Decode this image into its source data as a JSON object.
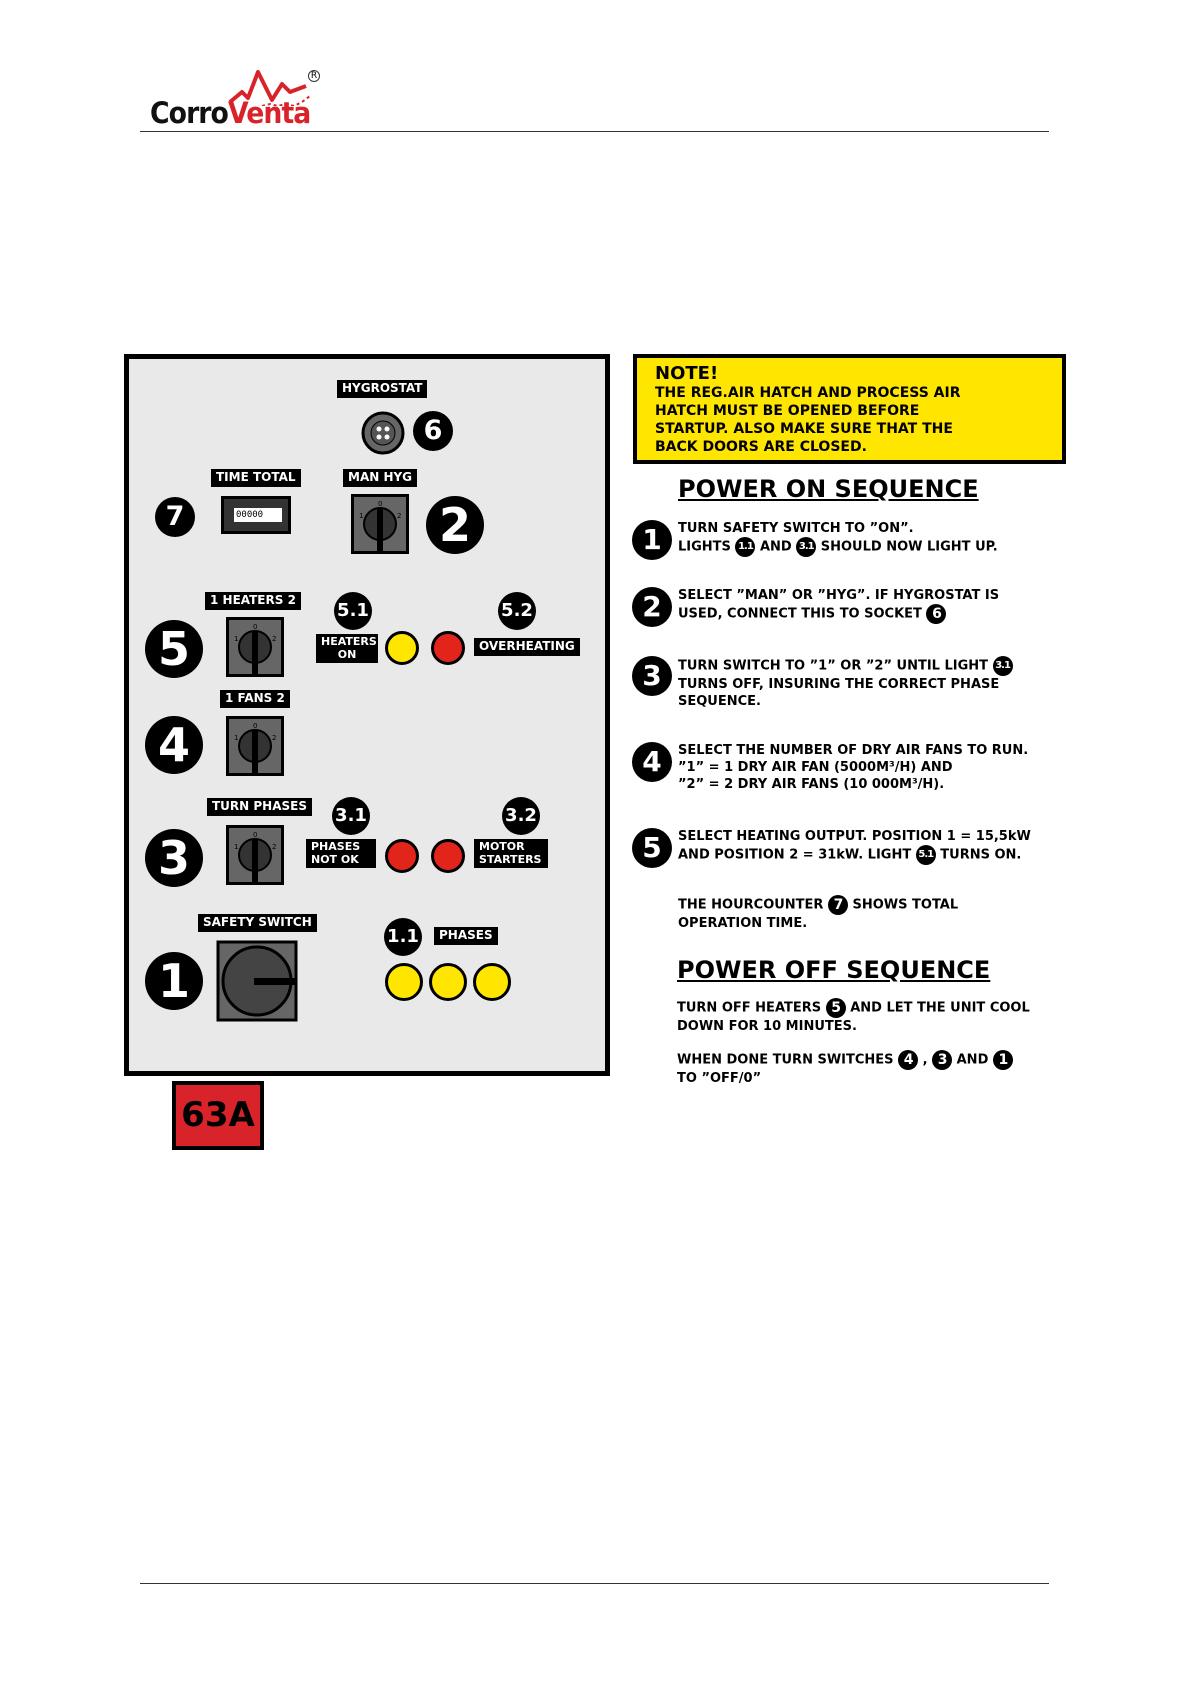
{
  "logo": {
    "text_a": "Corro",
    "text_b": "Venta",
    "reg": "R"
  },
  "fuse": "63A",
  "panel": {
    "hygrostat": {
      "label": "HYGROSTAT",
      "number": "6"
    },
    "time_total": {
      "label": "TIME  TOTAL",
      "counter": "00000",
      "number": "7"
    },
    "man_hyg": {
      "label": "MAN   HYG",
      "number": "2"
    },
    "heaters": {
      "label": "1  HEATERS  2",
      "number": "5"
    },
    "heaters_on": {
      "label": "HEATERS ON",
      "number": "5.1"
    },
    "overheating": {
      "label": "OVERHEATING",
      "number": "5.2"
    },
    "fans": {
      "label": "1   FANS   2",
      "number": "4"
    },
    "turn_phases": {
      "label": "TURN PHASES",
      "number": "3"
    },
    "phases_not_ok": {
      "label": "PHASES NOT OK",
      "number": "3.1"
    },
    "motor_starters": {
      "label": "MOTOR STARTERS",
      "number": "3.2"
    },
    "safety_switch": {
      "label": "SAFETY SWITCH",
      "number": "1"
    },
    "phases": {
      "label": "PHASES",
      "number": "1.1"
    },
    "colors": {
      "yellow": "#ffe600",
      "red": "#e1251b",
      "panel": "#e9e9e9"
    }
  },
  "note": {
    "title": "NOTE!",
    "body": "THE REG.AIR HATCH AND PROCESS AIR HATCH MUST BE OPENED BEFORE STARTUP. ALSO MAKE SURE THAT THE BACK DOORS ARE CLOSED."
  },
  "power_on": {
    "heading": "POWER ON SEQUENCE",
    "step1": {
      "n": "1",
      "a": "TURN SAFETY SWITCH TO ”ON”.",
      "b": "LIGHTS",
      "c": "AND",
      "d": "SHOULD NOW LIGHT UP.",
      "r1": "1.1",
      "r2": "3.1"
    },
    "step2": {
      "n": "2",
      "a": "SELECT ”MAN” OR ”HYG”. IF HYGROSTAT IS",
      "b": "USED, CONNECT THIS TO SOCKET",
      "r": "6"
    },
    "step3": {
      "n": "3",
      "a": "TURN SWITCH TO ”1” OR ”2” UNTIL LIGHT",
      "r": "3.1",
      "b": "TURNS OFF, INSURING THE CORRECT PHASE",
      "c": "SEQUENCE."
    },
    "step4": {
      "n": "4",
      "a": "SELECT THE NUMBER OF DRY AIR FANS TO RUN.",
      "b": "”1” = 1 DRY AIR FAN (5000M³/H)  AND",
      "c": "”2” = 2 DRY AIR FANS (10 000M³/H)."
    },
    "step5": {
      "n": "5",
      "a": "SELECT HEATING OUTPUT. POSITION 1 = 15,5kW",
      "b": "AND POSITION 2 = 31kW. LIGHT",
      "r": "5.1",
      "c": "TURNS ON."
    },
    "hourcounter": {
      "a": "THE HOURCOUNTER",
      "r": "7",
      "b": "SHOWS TOTAL",
      "c": "OPERATION TIME."
    }
  },
  "power_off": {
    "heading": "POWER OFF SEQUENCE",
    "p1": {
      "a": "TURN OFF HEATERS",
      "r": "5",
      "b": "AND LET THE UNIT COOL",
      "c": "DOWN FOR 10 MINUTES."
    },
    "p2": {
      "a": "WHEN DONE TURN SWITCHES",
      "r1": "4",
      "s1": ",",
      "r2": "3",
      "s2": "AND",
      "r3": "1",
      "b": "TO ”OFF/0”"
    }
  }
}
